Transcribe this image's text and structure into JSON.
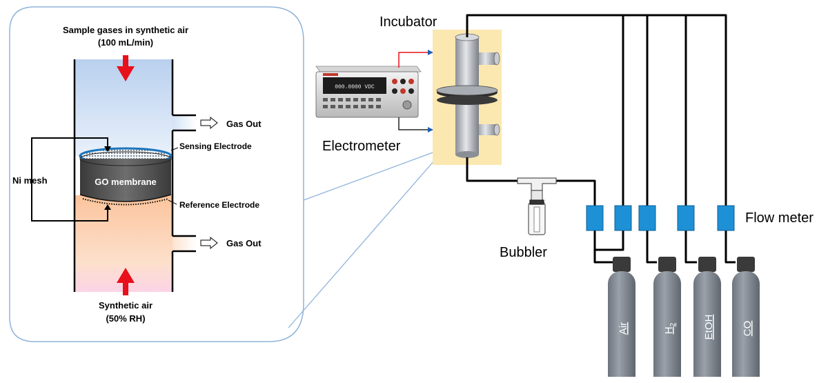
{
  "inset": {
    "inlet_label_line1": "Sample gases in synthetic air",
    "inlet_label_line2": "(100 mL/min)",
    "gas_out_upper": "Gas Out",
    "gas_out_lower": "Gas Out",
    "sensing_electrode": "Sensing Electrode",
    "reference_electrode": "Reference Electrode",
    "membrane": "GO membrane",
    "ni_mesh": "Ni mesh",
    "bottom_label_line1": "Synthetic air",
    "bottom_label_line2": "(50% RH)"
  },
  "setup": {
    "incubator": "Incubator",
    "electrometer": "Electrometer",
    "bubbler": "Bubbler",
    "flow_meter": "Flow meter",
    "electrometer_display": "000.0000 VDC",
    "cylinders": [
      {
        "label": "Air"
      },
      {
        "label": "H",
        "sub": "2"
      },
      {
        "label": "EtOH"
      },
      {
        "label": "CO"
      }
    ]
  },
  "colors": {
    "arrow_red": "#e8101a",
    "flow_meter_blue": "#1e90d6",
    "cylinder_gray": "#7f8792",
    "incubator_yellow": "#fbe7b0",
    "inset_border": "#8fb3d9"
  }
}
